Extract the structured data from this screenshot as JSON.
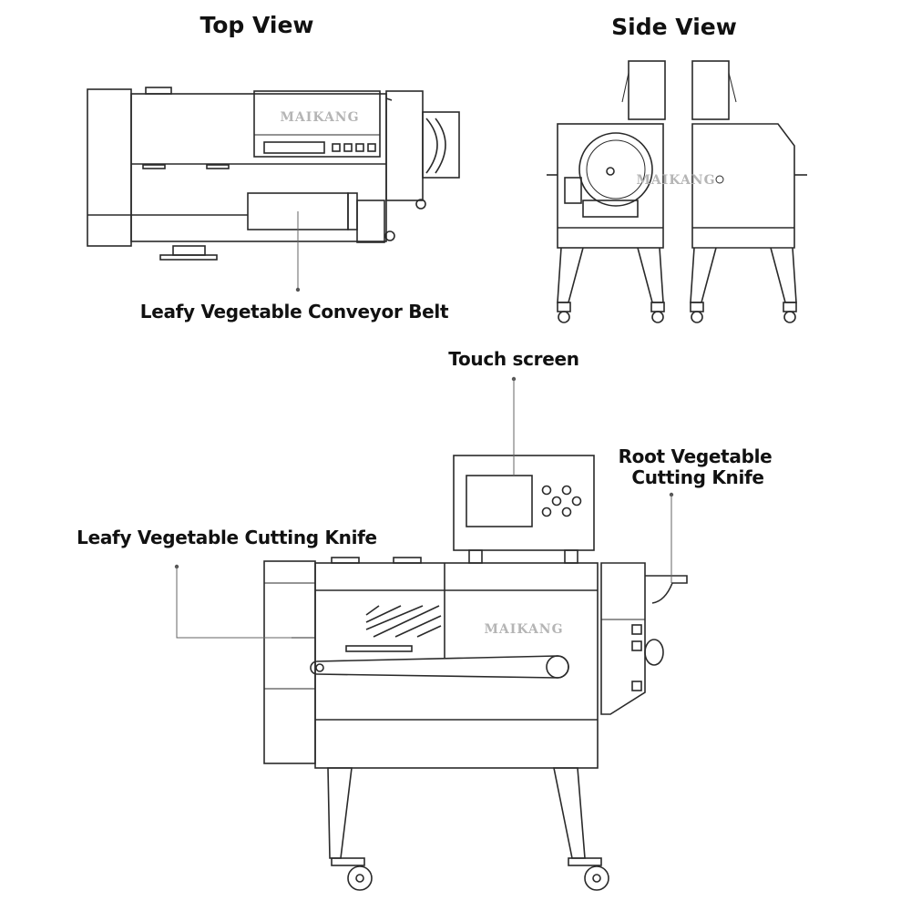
{
  "views": {
    "top_title": "Top View",
    "side_title": "Side View"
  },
  "callouts": {
    "conveyor_belt": "Leafy Vegetable Conveyor Belt",
    "touch_screen": "Touch screen",
    "root_knife_line1": "Root Vegetable",
    "root_knife_line2": "Cutting Knife",
    "leafy_knife": "Leafy Vegetable Cutting Knife"
  },
  "brand": {
    "logo_text": "MAIKANG"
  }
}
